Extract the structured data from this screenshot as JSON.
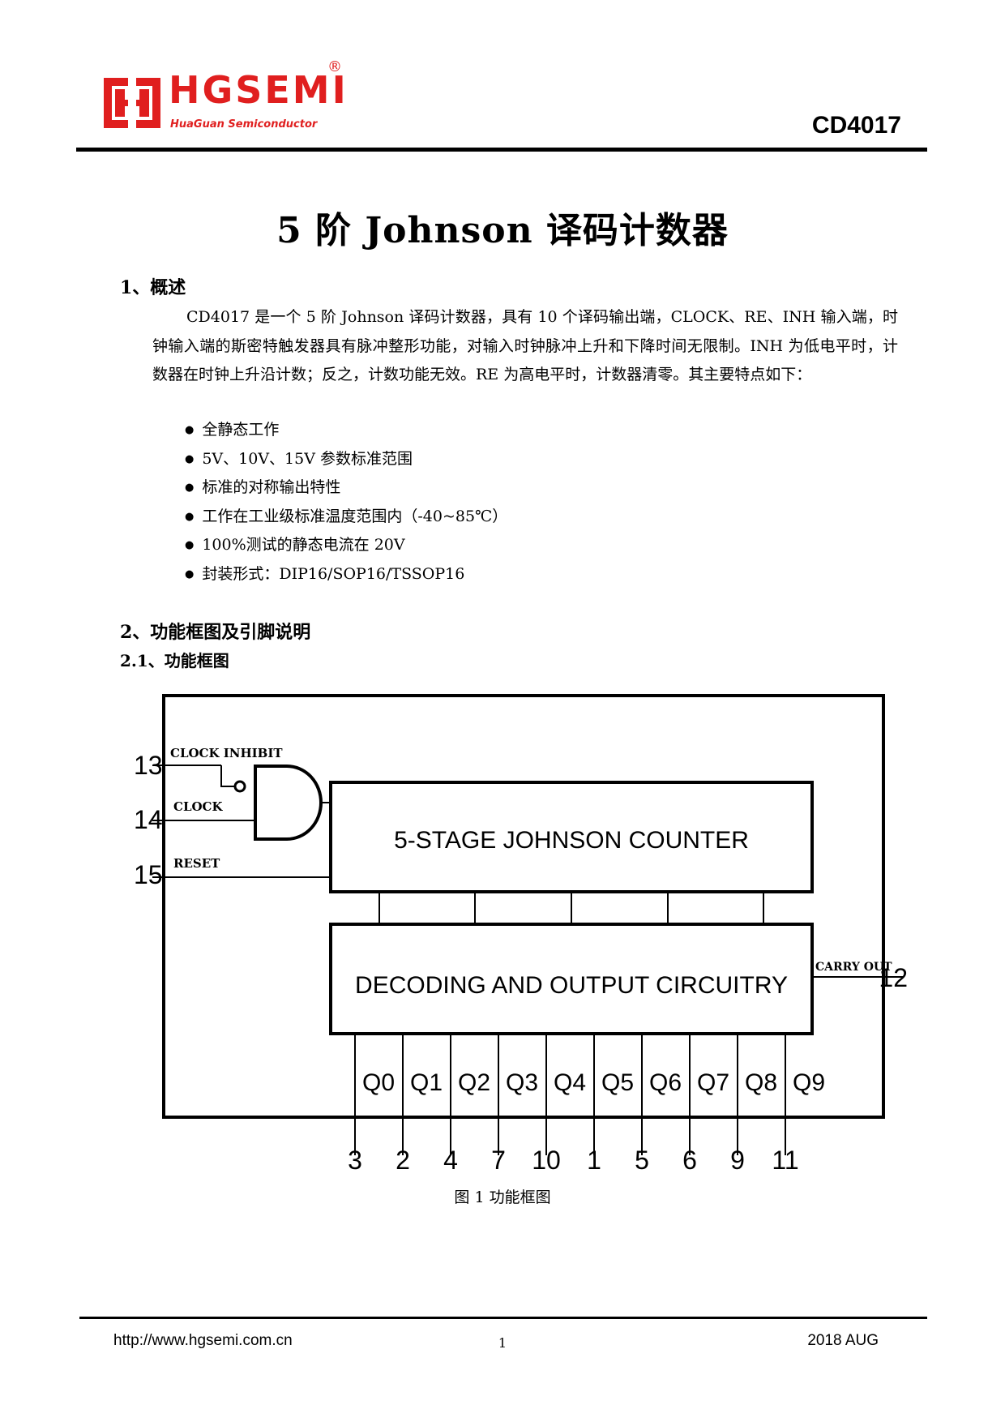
{
  "header": {
    "logo_text": "HGSEMI",
    "logo_subtitle": "HuaGuan Semiconductor",
    "registered_mark": "®",
    "part_number": "CD4017"
  },
  "title": "5 阶 Johnson 译码计数器",
  "section1": {
    "heading": "1、概述",
    "paragraph": "CD4017 是一个 5 阶 Johnson 译码计数器，具有 10 个译码输出端，CLOCK、RE、INH 输入端，时钟输入端的斯密特触发器具有脉冲整形功能，对输入时钟脉冲上升和下降时间无限制。INH 为低电平时，计数器在时钟上升沿计数；反之，计数功能无效。RE 为高电平时，计数器清零。其主要特点如下：",
    "features": [
      "全静态工作",
      "5V、10V、15V 参数标准范围",
      "标准的对称输出特性",
      "工作在工业级标准温度范围内（-40~85℃）",
      "100%测试的静态电流在 20V",
      "封装形式：DIP16/SOP16/TSSOP16"
    ]
  },
  "section2": {
    "heading": "2、功能框图及引脚说明",
    "subheading": "2.1、功能框图"
  },
  "diagram": {
    "input_labels": [
      "CLOCK INHIBIT",
      "CLOCK",
      "RESET"
    ],
    "input_pins": [
      "13",
      "14",
      "15"
    ],
    "counter_label": "5-STAGE JOHNSON COUNTER",
    "decoder_label": "DECODING AND OUTPUT CIRCUITRY",
    "carry_label": "CARRY OUT",
    "carry_pin": "12",
    "outputs": [
      "Q0",
      "Q1",
      "Q2",
      "Q3",
      "Q4",
      "Q5",
      "Q6",
      "Q7",
      "Q8",
      "Q9"
    ],
    "output_pins": [
      "3",
      "2",
      "4",
      "7",
      "10",
      "1",
      "5",
      "6",
      "9",
      "11"
    ],
    "caption": "图 1  功能框图"
  },
  "footer": {
    "url": "http://www.hgsemi.com.cn",
    "page": "1",
    "date": "2018 AUG"
  }
}
